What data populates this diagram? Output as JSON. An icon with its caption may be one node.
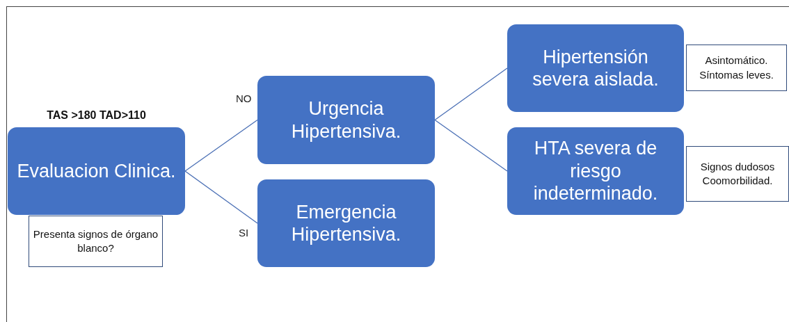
{
  "diagram": {
    "nodes": [
      {
        "text": [
          "TAS >180 TAD>110",
          "Evaluacion Clinica."
        ]
      },
      {
        "text": [
          "Presenta signos de órgano blanco?"
        ]
      },
      {
        "text": [
          "Urgencia Hipertensiva."
        ]
      },
      {
        "text": [
          "Emergencia Hipertensiva."
        ]
      },
      {
        "text": [
          "Hipertensión severa aislada."
        ]
      },
      {
        "text": [
          "Asintomático. Síntomas leves."
        ]
      },
      {
        "text": [
          "HTA severa de riesgo indeterminado."
        ]
      },
      {
        "text": [
          "Signos dudosos Coomorbilidad."
        ]
      }
    ],
    "edges": [
      {
        "from": 0,
        "to": 2,
        "arrow": "none",
        "label": "NO"
      },
      {
        "from": 0,
        "to": 3,
        "arrow": "none",
        "label": "SI"
      },
      {
        "from": 2,
        "to": 4,
        "arrow": "none"
      },
      {
        "from": 2,
        "to": 6,
        "arrow": "none"
      }
    ]
  }
}
